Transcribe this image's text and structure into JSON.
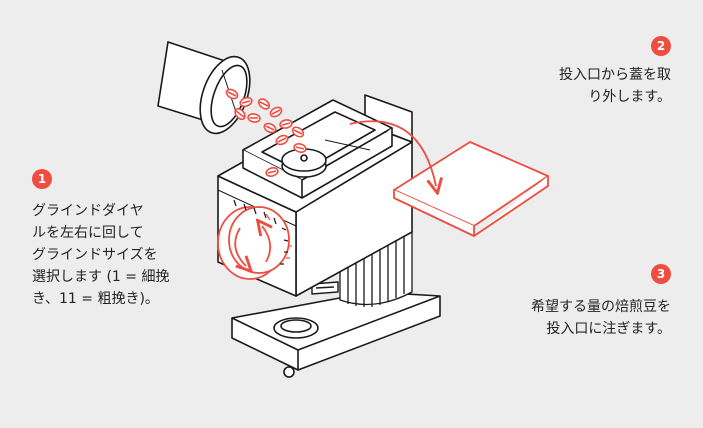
{
  "colors": {
    "background": "#ededed",
    "accent": "#ee4d40",
    "line": "#1a1a1a"
  },
  "steps": [
    {
      "number": "1",
      "lines": [
        "グラインドダイヤ",
        "ルを左右に回して",
        "グラインドサイズを",
        "選択します (1 = 細挽",
        "き、11 = 粗挽き)。"
      ]
    },
    {
      "number": "2",
      "lines": [
        "投入口から蓋を取",
        "り外します。"
      ]
    },
    {
      "number": "3",
      "lines": [
        "希望する量の焙煎豆を",
        "投入口に注ぎます。"
      ]
    }
  ],
  "illustration": {
    "subject": "coffee-grinder-with-lid-and-beans",
    "icons": [
      "grinder-icon",
      "coffee-cup-icon",
      "lid-icon",
      "rotate-arrow-icon",
      "coffee-bean-icon"
    ]
  }
}
